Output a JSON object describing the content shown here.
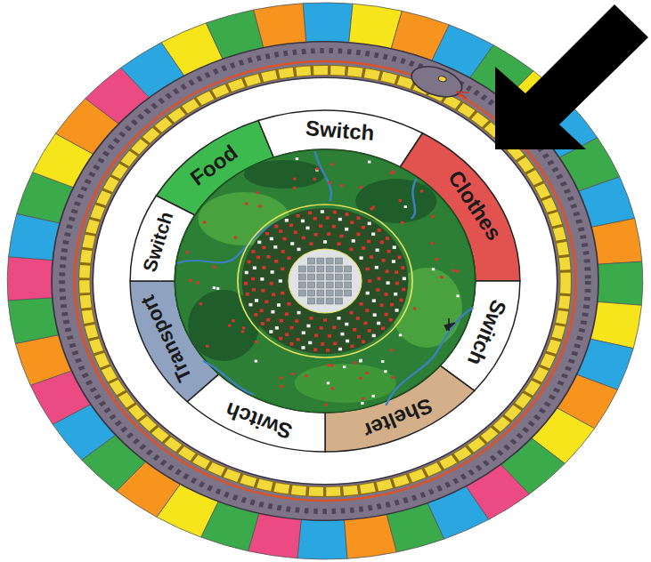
{
  "diagram": {
    "nodes": [
      {
        "text": [
          "Food"
        ]
      },
      {
        "text": [
          "Switch"
        ]
      },
      {
        "text": [
          "Clothes"
        ]
      },
      {
        "text": [
          "Switch"
        ]
      },
      {
        "text": [
          "Shelter"
        ]
      },
      {
        "text": [
          "Switch"
        ]
      },
      {
        "text": [
          "Transport"
        ]
      },
      {
        "text": [
          "Switch"
        ]
      }
    ]
  }
}
